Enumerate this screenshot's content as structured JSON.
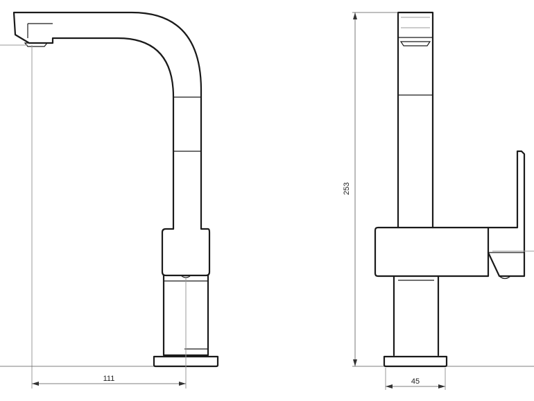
{
  "dimensions": {
    "reach": "111",
    "height": "253",
    "base_width": "45"
  }
}
